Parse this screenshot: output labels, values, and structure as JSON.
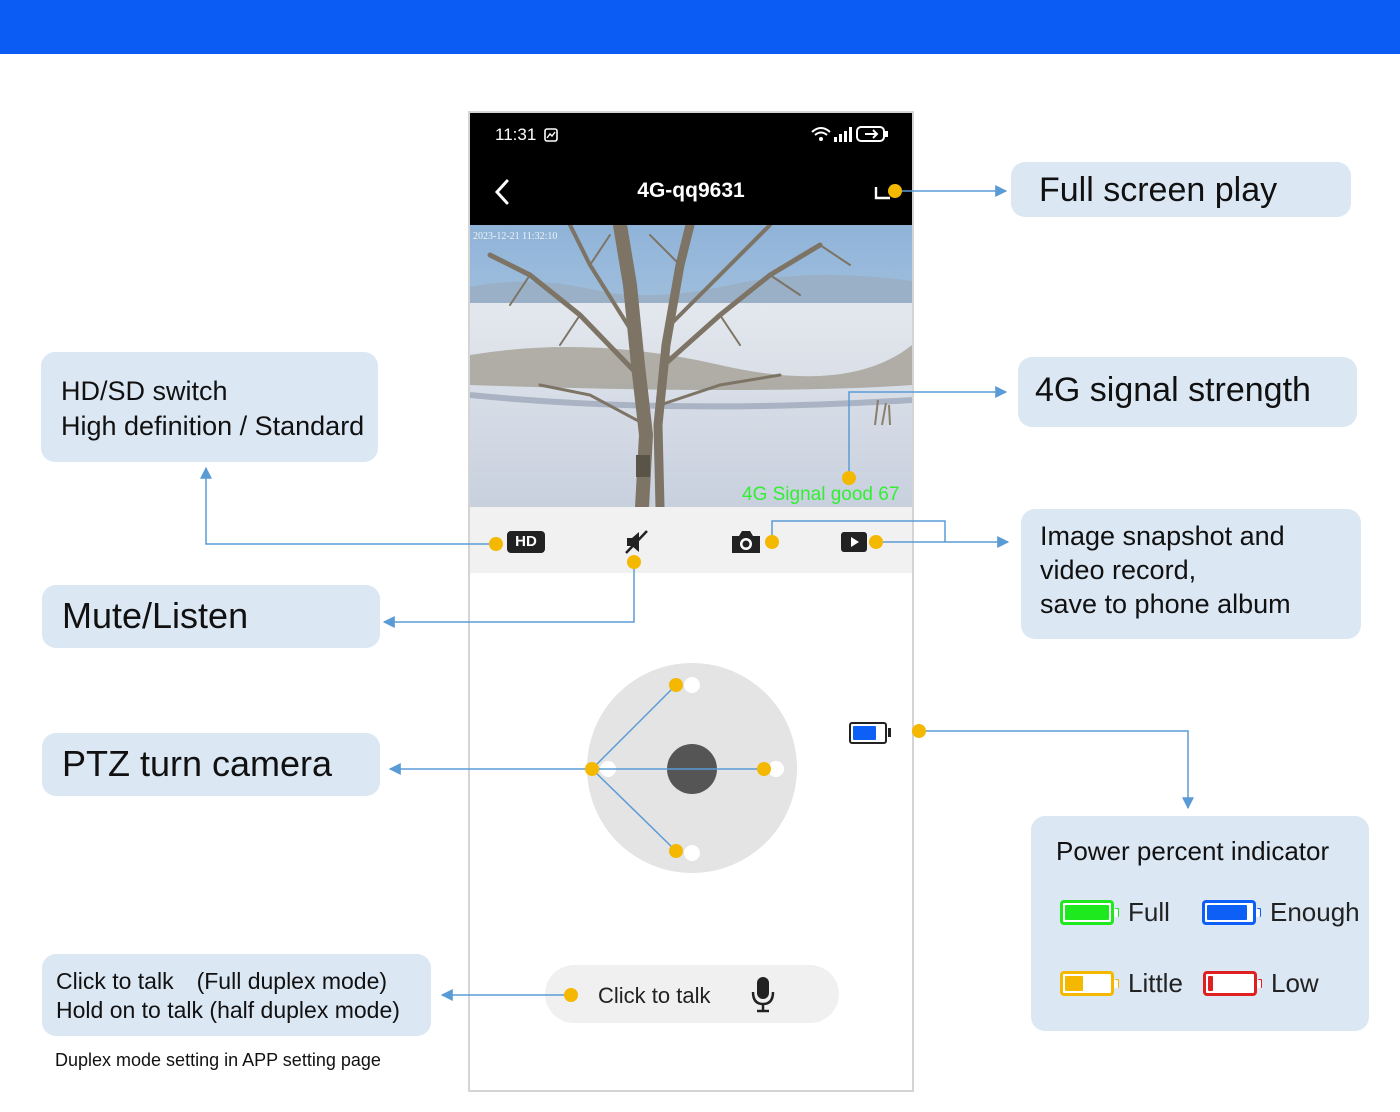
{
  "callouts": {
    "hd_switch": [
      "HD/SD switch",
      "High definition / Standard"
    ],
    "mute": "Mute/Listen",
    "ptz": "PTZ turn camera",
    "talk": [
      "Click to talk　(Full duplex mode)",
      "Hold on to talk (half duplex mode)"
    ],
    "full_screen": "Full screen play",
    "signal": "4G signal strength",
    "snapshot": [
      "Image snapshot and",
      "video record,",
      "save to phone album"
    ],
    "power_title": "Power percent indicator"
  },
  "power_legend": [
    {
      "label": "Full",
      "color": "#1ee81e",
      "level": 1.0
    },
    {
      "label": "Enough",
      "color": "#0d5ff5",
      "level": 0.9
    },
    {
      "label": "Little",
      "color": "#f5b800",
      "level": 0.4
    },
    {
      "label": "Low",
      "color": "#e02020",
      "level": 0.12
    }
  ],
  "footnote": "Duplex mode setting in APP setting page",
  "phone": {
    "time": "11:31",
    "device_title": "4G-qq9631",
    "video_timestamp": "2023-12-21 11:32:10",
    "signal_text": "4G Signal good 67",
    "hd_badge": "HD",
    "talk_button": "Click to talk",
    "battery_level": 0.75
  },
  "colors": {
    "header": "#0a5cf5",
    "callout_bg": "#dce7f4",
    "connector": "#5b9bd5",
    "marker": "#f5b800",
    "signal_text": "#33ee33"
  }
}
